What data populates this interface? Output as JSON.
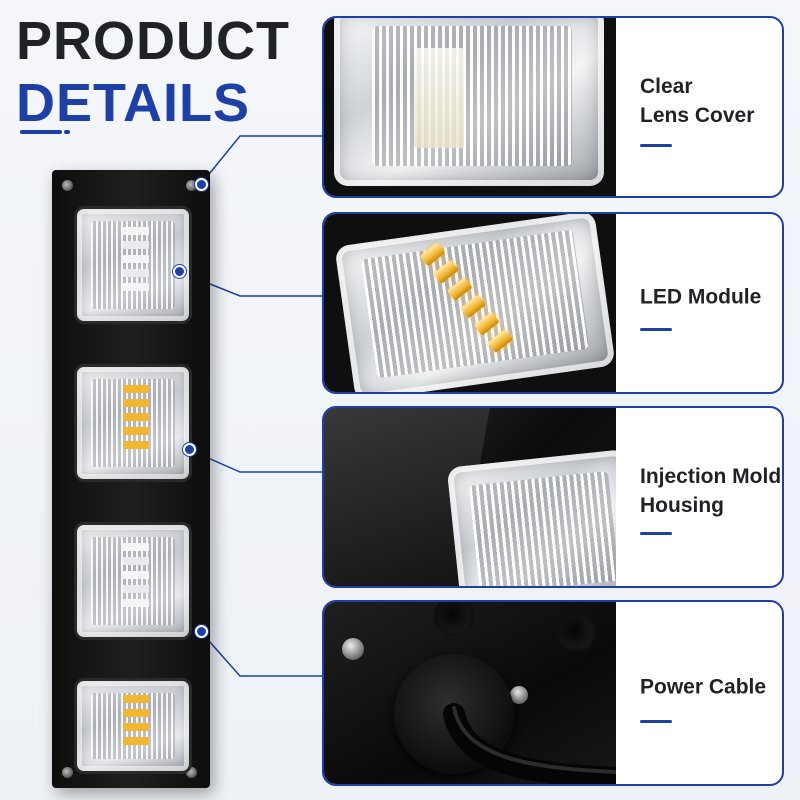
{
  "headline": {
    "line1": "PRODUCT",
    "line2": "DETAILS"
  },
  "colors": {
    "accent": "#1d3fa6",
    "text_dark": "#1f2226",
    "background": "#f2f4f8",
    "housing": "#111111",
    "led_amber": "#f2b630"
  },
  "features": [
    {
      "label_line1": "Clear",
      "label_line2": "Lens Cover"
    },
    {
      "label_line1": "LED Module",
      "label_line2": ""
    },
    {
      "label_line1": "Injection Mold",
      "label_line2": "Housing"
    },
    {
      "label_line1": "Power Cable",
      "label_line2": ""
    }
  ]
}
